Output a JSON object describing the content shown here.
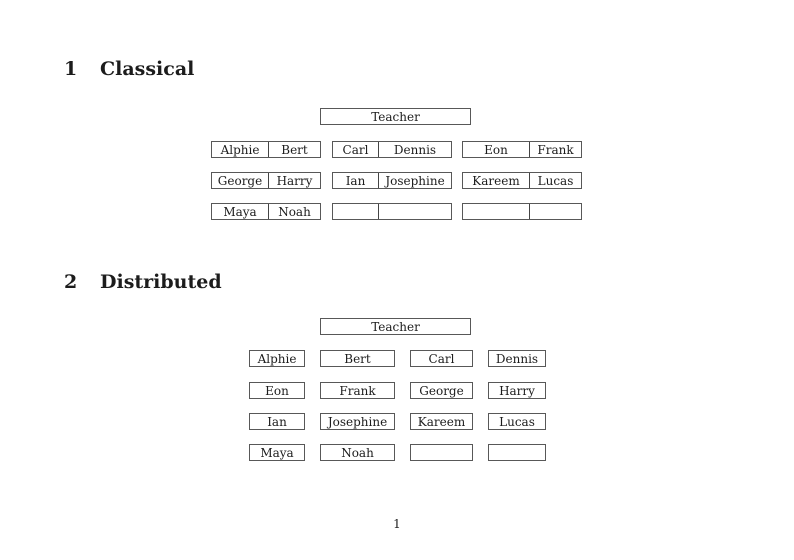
{
  "document": {
    "page_number": "1"
  },
  "sections": [
    {
      "number": "1",
      "title": "Classical",
      "teacher_label": "Teacher",
      "groups": [
        {
          "rows": [
            [
              "Alphie",
              "Bert"
            ],
            [
              "George",
              "Harry"
            ],
            [
              "Maya",
              "Noah"
            ]
          ]
        },
        {
          "rows": [
            [
              "Carl",
              "Dennis"
            ],
            [
              "Ian",
              "Josephine"
            ],
            [
              "",
              ""
            ]
          ]
        },
        {
          "rows": [
            [
              "Eon",
              "Frank"
            ],
            [
              "Kareem",
              "Lucas"
            ],
            [
              "",
              ""
            ]
          ]
        }
      ]
    },
    {
      "number": "2",
      "title": "Distributed",
      "teacher_label": "Teacher",
      "rows": [
        [
          "Alphie",
          "Bert",
          "Carl",
          "Dennis"
        ],
        [
          "Eon",
          "Frank",
          "George",
          "Harry"
        ],
        [
          "Ian",
          "Josephine",
          "Kareem",
          "Lucas"
        ],
        [
          "Maya",
          "Noah",
          "",
          ""
        ]
      ]
    }
  ]
}
